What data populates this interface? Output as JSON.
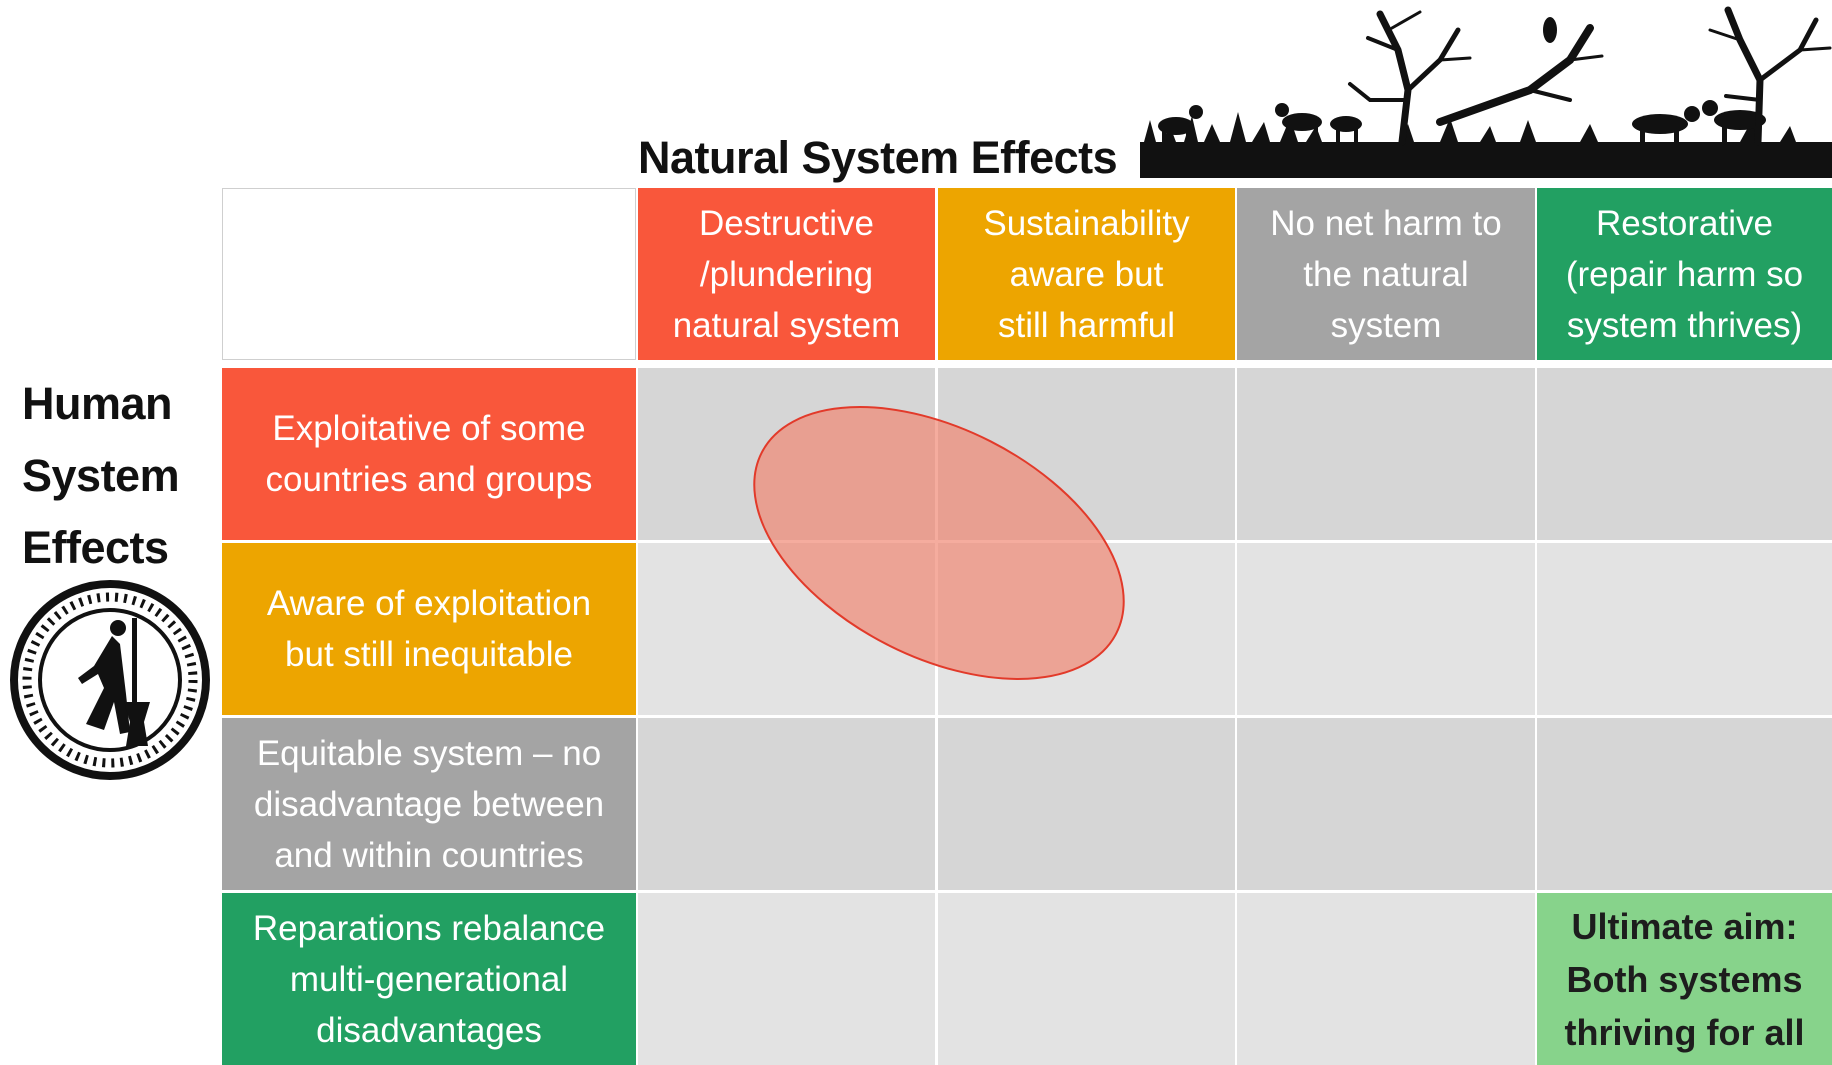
{
  "titles": {
    "natural": "Natural System Effects",
    "human": [
      "Human",
      "System",
      "Effects"
    ]
  },
  "columns": [
    {
      "lines": [
        "Destructive",
        "/plundering",
        "natural system"
      ],
      "color": "#f9573b"
    },
    {
      "lines": [
        "Sustainability",
        "aware but",
        "still harmful"
      ],
      "color": "#eda500"
    },
    {
      "lines": [
        "No net harm to",
        "the natural",
        "system"
      ],
      "color": "#a4a4a4"
    },
    {
      "lines": [
        "Restorative",
        "(repair harm so",
        "system thrives)"
      ],
      "color": "#22a062"
    }
  ],
  "rows": [
    {
      "lines": [
        "Exploitative of some",
        "countries and groups"
      ],
      "color": "#f9573b"
    },
    {
      "lines": [
        "Aware of exploitation",
        "but still inequitable"
      ],
      "color": "#eda500"
    },
    {
      "lines": [
        "Equitable system – no",
        "disadvantage between",
        "and within countries"
      ],
      "color": "#a4a4a4"
    },
    {
      "lines": [
        "Reparations rebalance",
        "multi-generational",
        "disadvantages"
      ],
      "color": "#22a062"
    }
  ],
  "ultimate_aim": {
    "lines": [
      "Ultimate aim:",
      "Both systems",
      "thriving for all"
    ],
    "color": "#87d38b"
  },
  "highlight": {
    "fill": "#f08570",
    "stroke": "#e23a2a"
  },
  "images": {
    "savanna_silhouette": "savanna-silhouette-image",
    "seal_logo": "woman-pounding-grain-seal"
  }
}
